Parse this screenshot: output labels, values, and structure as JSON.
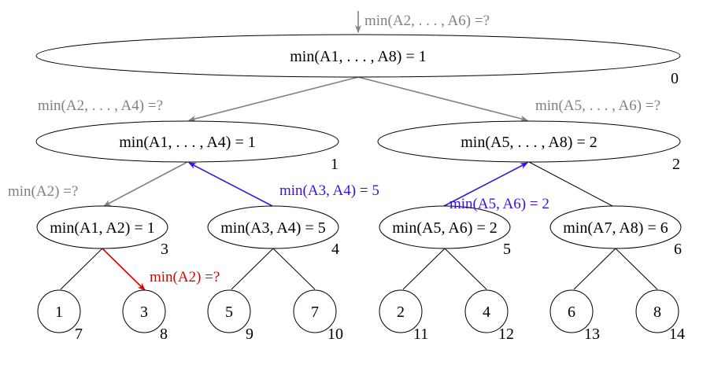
{
  "colors": {
    "node_stroke": "#000000",
    "edge": "#000000",
    "query_gray": "#808080",
    "answer_blue": "#3a10e5",
    "query_red": "#e00000"
  },
  "nodes": [
    {
      "index": "0",
      "label": "min(A1, . . . , A8) = 1"
    },
    {
      "index": "1",
      "label": "min(A1, . . . , A4) = 1"
    },
    {
      "index": "2",
      "label": "min(A5, . . . , A8) = 2"
    },
    {
      "index": "3",
      "label": "min(A1, A2) = 1"
    },
    {
      "index": "4",
      "label": "min(A3, A4) = 5"
    },
    {
      "index": "5",
      "label": "min(A5, A6) = 2"
    },
    {
      "index": "6",
      "label": "min(A7, A8) = 6"
    },
    {
      "index": "7",
      "label": "1"
    },
    {
      "index": "8",
      "label": "3"
    },
    {
      "index": "9",
      "label": "5"
    },
    {
      "index": "10",
      "label": "7"
    },
    {
      "index": "11",
      "label": "2"
    },
    {
      "index": "12",
      "label": "4"
    },
    {
      "index": "13",
      "label": "6"
    },
    {
      "index": "14",
      "label": "8"
    }
  ],
  "annotations": {
    "root_query": "min(A2, . . . , A6) =?",
    "left_query": "min(A2, . . . , A4) =?",
    "right_query": "min(A5, . . . , A6) =?",
    "node1_query": "min(A2) =?",
    "node4_answer": "min(A3, A4) = 5",
    "node5_answer": "min(A5, A6) = 2",
    "leaf_query": "min(A2) =?"
  }
}
